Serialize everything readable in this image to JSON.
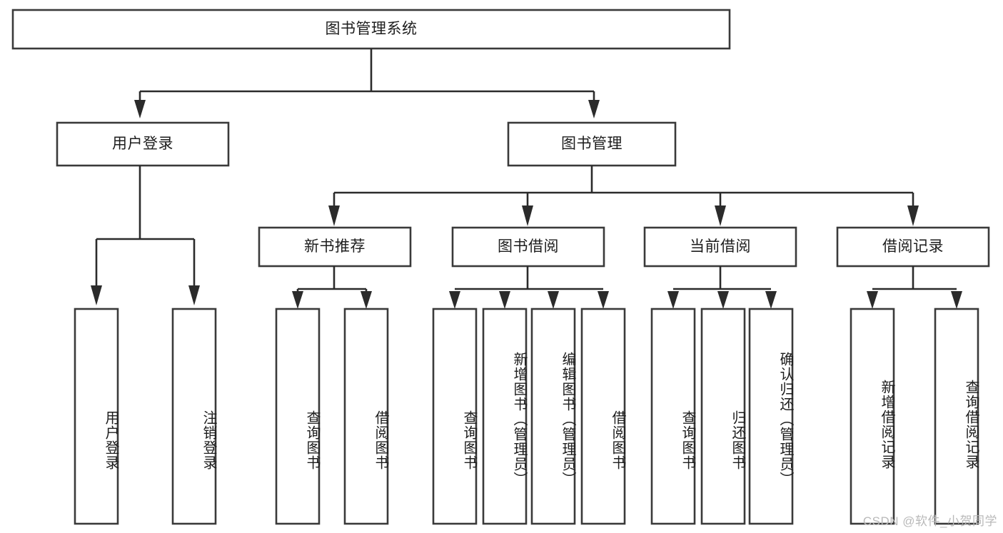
{
  "diagram": {
    "type": "hierarchy-tree",
    "title": "图书管理系统",
    "watermark": "CSDN @软件_小贺同学",
    "colors": {
      "box_stroke": "#3a3a3a",
      "connector": "#2b2b2b",
      "text": "#1d1d1d",
      "background": "#ffffff",
      "watermark": "#b9b9b9"
    },
    "root": {
      "label": "图书管理系统",
      "children": [
        {
          "label": "用户登录",
          "children": [
            {
              "label": "用户登录"
            },
            {
              "label": "注销登录"
            }
          ]
        },
        {
          "label": "图书管理",
          "children": [
            {
              "label": "新书推荐",
              "children": [
                {
                  "label": "查询图书"
                },
                {
                  "label": "借阅图书"
                }
              ]
            },
            {
              "label": "图书借阅",
              "children": [
                {
                  "label": "查询图书"
                },
                {
                  "label": "新增图书（管理员）"
                },
                {
                  "label": "编辑图书（管理员）"
                },
                {
                  "label": "借阅图书"
                }
              ]
            },
            {
              "label": "当前借阅",
              "children": [
                {
                  "label": "查询图书"
                },
                {
                  "label": "归还图书"
                },
                {
                  "label": "确认归还（管理员）"
                }
              ]
            },
            {
              "label": "借阅记录",
              "children": [
                {
                  "label": "新增借阅记录"
                },
                {
                  "label": "查询借阅记录"
                }
              ]
            }
          ]
        }
      ]
    },
    "nodes": {
      "root": {
        "label": "图书管理系统"
      },
      "l1_user_login": {
        "label": "用户登录"
      },
      "l1_book_manage": {
        "label": "图书管理"
      },
      "l2_new_book_rec": {
        "label": "新书推荐"
      },
      "l2_book_borrow": {
        "label": "图书借阅"
      },
      "l2_current_borrow": {
        "label": "当前借阅"
      },
      "l2_borrow_record": {
        "label": "借阅记录"
      },
      "leaf_user_login": {
        "label": "用户登录"
      },
      "leaf_user_logout": {
        "label": "注销登录"
      },
      "leaf_rec_query": {
        "label": "查询图书"
      },
      "leaf_rec_borrow": {
        "label": "借阅图书"
      },
      "leaf_bb_query": {
        "label": "查询图书"
      },
      "leaf_bb_add": {
        "label": "新增图书（管理员）"
      },
      "leaf_bb_edit": {
        "label": "编辑图书（管理员）"
      },
      "leaf_bb_borrow": {
        "label": "借阅图书"
      },
      "leaf_cb_query": {
        "label": "查询图书"
      },
      "leaf_cb_return": {
        "label": "归还图书"
      },
      "leaf_cb_confirm": {
        "label": "确认归还（管理员）"
      },
      "leaf_br_add": {
        "label": "新增借阅记录"
      },
      "leaf_br_query": {
        "label": "查询借阅记录"
      }
    }
  }
}
